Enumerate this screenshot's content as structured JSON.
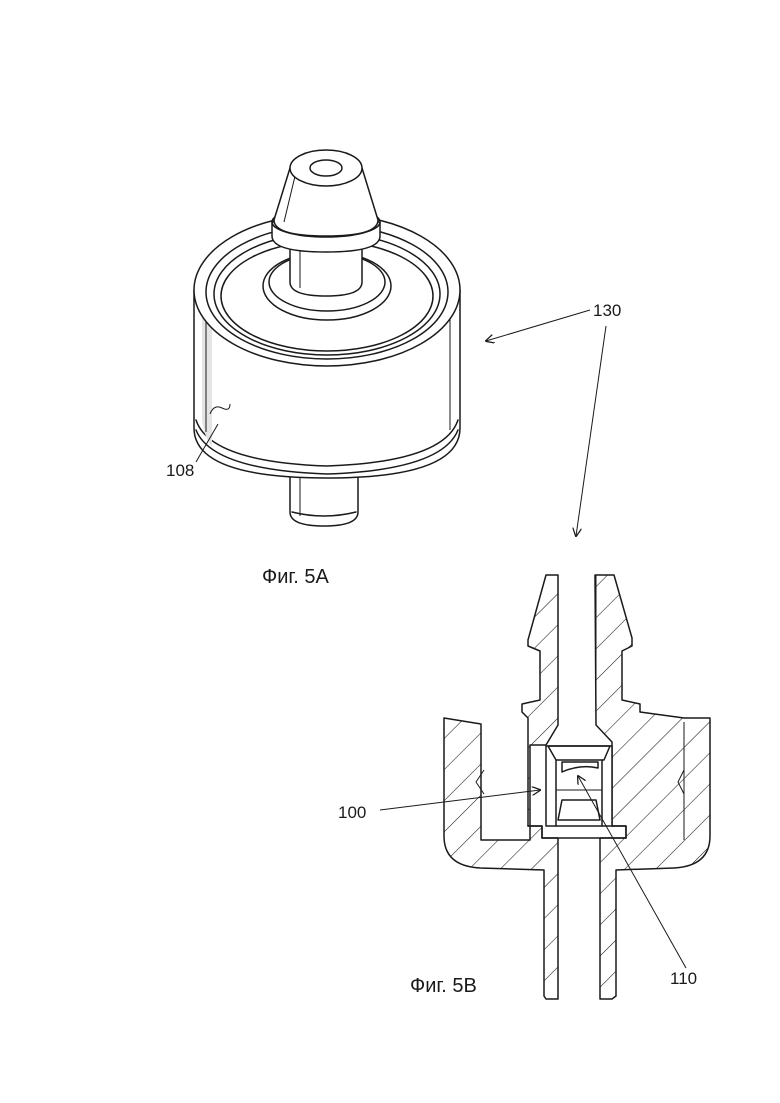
{
  "figure_5a": {
    "caption": "Фиг. 5А",
    "label_housing": "108"
  },
  "figure_5b": {
    "caption": "Фиг. 5В",
    "label_valve": "100",
    "label_seat": "110"
  },
  "assembly": {
    "label_assembly": "130"
  }
}
